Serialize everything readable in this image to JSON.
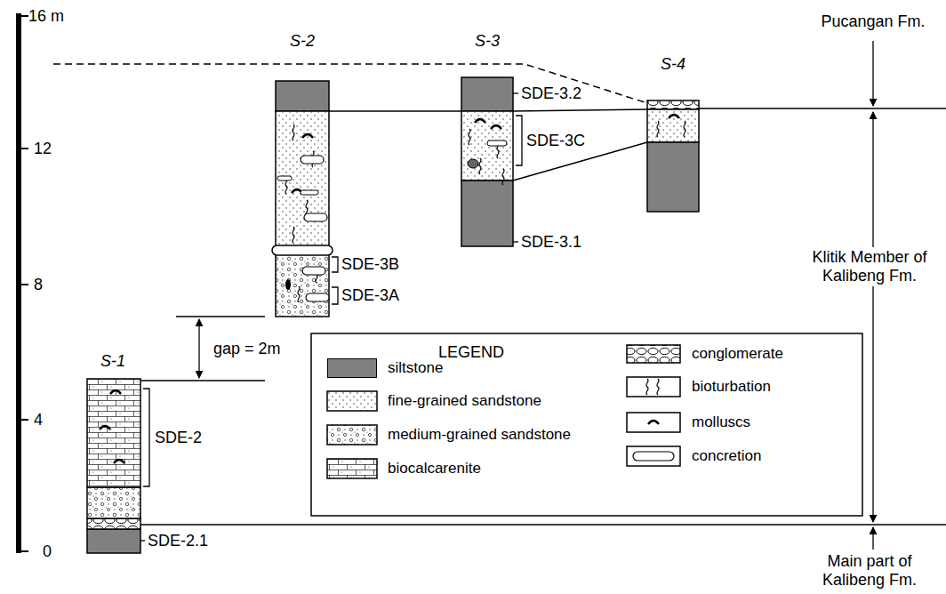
{
  "diagram": {
    "labels": [
      "16 m",
      "12",
      "8",
      "4",
      "0",
      "S-2",
      "S-3",
      "S-4",
      "S-1",
      "Pucangan Fm.",
      "SDE-3.2",
      "SDE-3C",
      "SDE-3.1",
      "Klitik Member of Kalibeng Fm.",
      "SDE-3B",
      "SDE-3A",
      "gap = 2m",
      "SDE-2",
      "SDE-2.1",
      "Main part of Kalibeng Fm.",
      "LEGEND"
    ],
    "legend": [
      {
        "text": "siltstone",
        "color": "#808080"
      },
      {
        "text": "fine-grained sandstone"
      },
      {
        "text": "medium-grained sandstone"
      },
      {
        "text": "biocalcarenite"
      },
      {
        "text": "conglomerate"
      },
      {
        "text": "bioturbation"
      },
      {
        "text": "molluscs"
      },
      {
        "text": "concretion"
      }
    ]
  }
}
